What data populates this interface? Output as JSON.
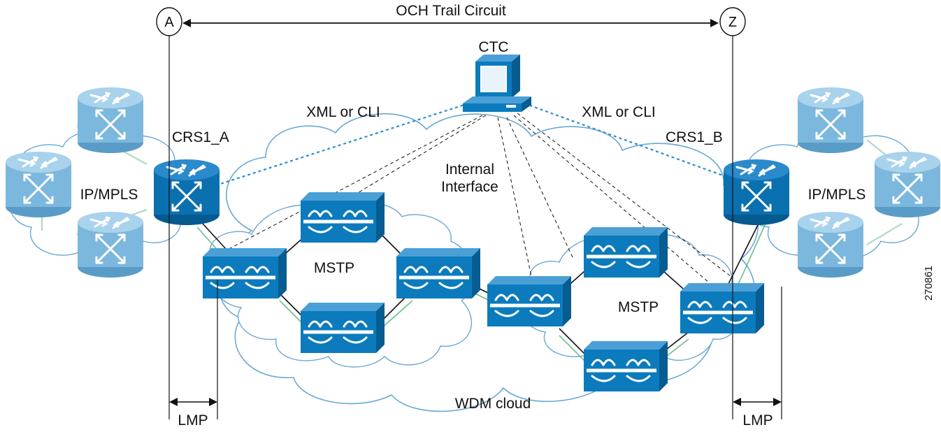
{
  "diagram": {
    "trail_label": "OCH Trail Circuit",
    "endpoint_a": "A",
    "endpoint_z": "Z",
    "ctc_label": "CTC",
    "xml_left": "XML or CLI",
    "xml_right": "XML or CLI",
    "crs_a": "CRS1_A",
    "crs_b": "CRS1_B",
    "ipmpls_left": "IP/MPLS",
    "ipmpls_right": "IP/MPLS",
    "internal_line1": "Internal",
    "internal_line2": "Interface",
    "mstp_left": "MSTP",
    "mstp_right": "MSTP",
    "wdm_label": "WDM cloud",
    "lmp_left": "LMP",
    "lmp_right": "LMP",
    "figure_id": "270861"
  },
  "colors": {
    "router_light": "#7cb8de",
    "router_dark": "#0a70b0",
    "switch_blue": "#0b7bbd",
    "cloud_outline": "#6aa8d4",
    "dotted_link": "#2b8fc9",
    "green_link": "#6bbf8a"
  }
}
